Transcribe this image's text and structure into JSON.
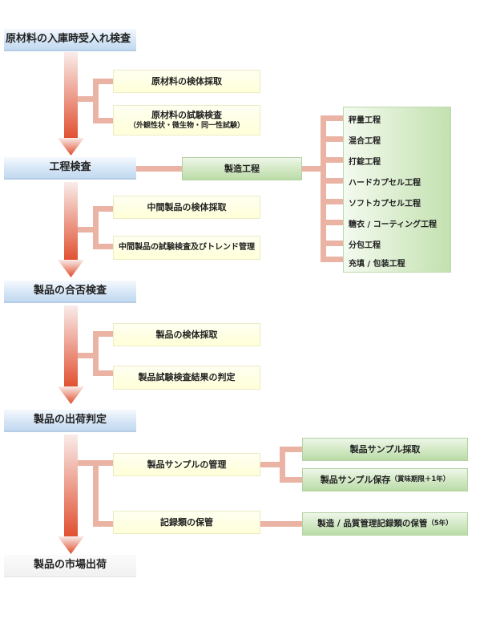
{
  "stages": {
    "raw_inspection": "原材料の入庫時受入れ検査",
    "process_inspection": "工程検査",
    "pass_fail": "製品の合否検査",
    "shipping_decision": "製品の出荷判定",
    "market_shipping": "製品の市場出荷"
  },
  "checks": {
    "raw_sampling": "原材料の検体採取",
    "raw_testing": "原材料の試験検査",
    "raw_testing_note": "（外観性状・微生物・同一性試験）",
    "mid_sampling": "中間製品の検体採取",
    "mid_testing": "中間製品の試験検査及びトレンド管理",
    "product_sampling": "製品の検体採取",
    "product_judgement": "製品試験検査結果の判定",
    "sample_management": "製品サンプルの管理",
    "records_storage": "記録類の保管"
  },
  "manufacturing": {
    "label": "製造工程",
    "processes": [
      "秤量工程",
      "混合工程",
      "打錠工程",
      "ハードカプセル工程",
      "ソフトカプセル工程",
      "糖衣 / コーティング工程",
      "分包工程",
      "充填 / 包装工程"
    ]
  },
  "samples": {
    "collection": "製品サンプル採取",
    "storage": "製品サンプル保存",
    "storage_note": "（賞味期限＋1年）"
  },
  "records": {
    "label": "製造 / 品質管理記録類の保管",
    "note": "（5年）"
  },
  "colors": {
    "arrow_top": "#f7e3e0",
    "arrow_bottom": "#e04a2a",
    "connector": "#eab3a4",
    "stage_blue": "#c9dcf1",
    "check_yellow": "#ffffdc",
    "process_green": "#b9dca6"
  }
}
